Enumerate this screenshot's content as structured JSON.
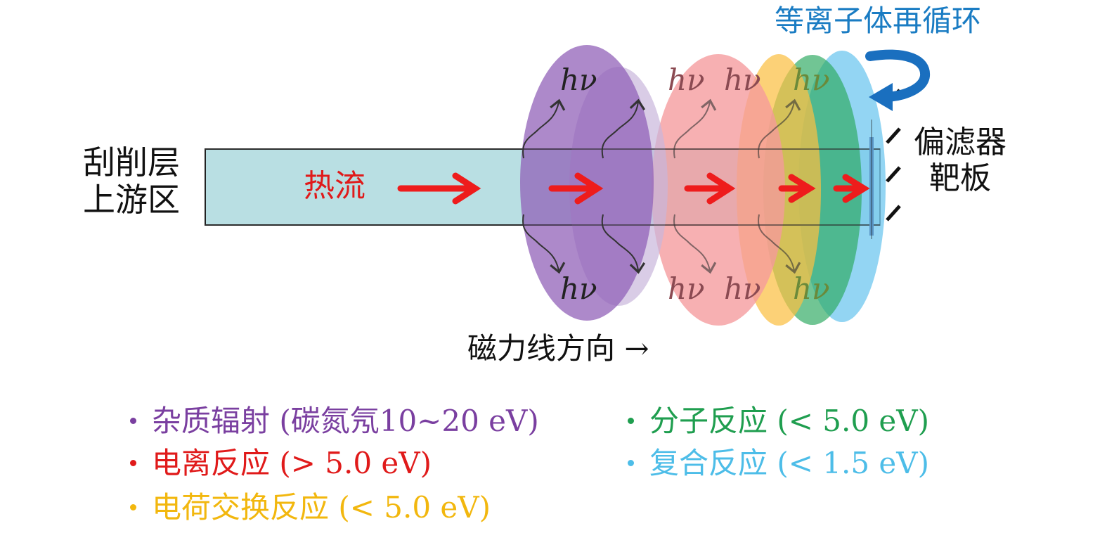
{
  "labels": {
    "left_line1": "刮削层",
    "left_line2": "上游区",
    "heat_flow": "热流",
    "field_direction": "磁力线方向 →",
    "recycling": "等离子体再循环",
    "divertor_line1": "偏滤器",
    "divertor_line2": "靶板",
    "photon": "hν"
  },
  "legend": [
    {
      "text": "杂质辐射 (碳氮氖10∼20 eV)",
      "color": "#7a3fa0"
    },
    {
      "text": "电离反应 (> 5.0 eV)",
      "color": "#e01a1a"
    },
    {
      "text": "电荷交换反应 (< 5.0 eV)",
      "color": "#f2b70e"
    },
    {
      "text": "分子反应 (< 5.0 eV)",
      "color": "#1f9e4f"
    },
    {
      "text": "复合反应 (< 1.5 eV)",
      "color": "#4dbde8"
    }
  ],
  "colors": {
    "tube_fill": "#b9dfe3",
    "impurity": "#9060b8",
    "ionization": "#f59a9c",
    "charge_exchange": "#fbc45a",
    "molecular": "#3cb06e",
    "recombination": "#8dd3f2",
    "heat_arrow": "#ee1c1c",
    "recycle_arrow": "#1a6fbf"
  }
}
